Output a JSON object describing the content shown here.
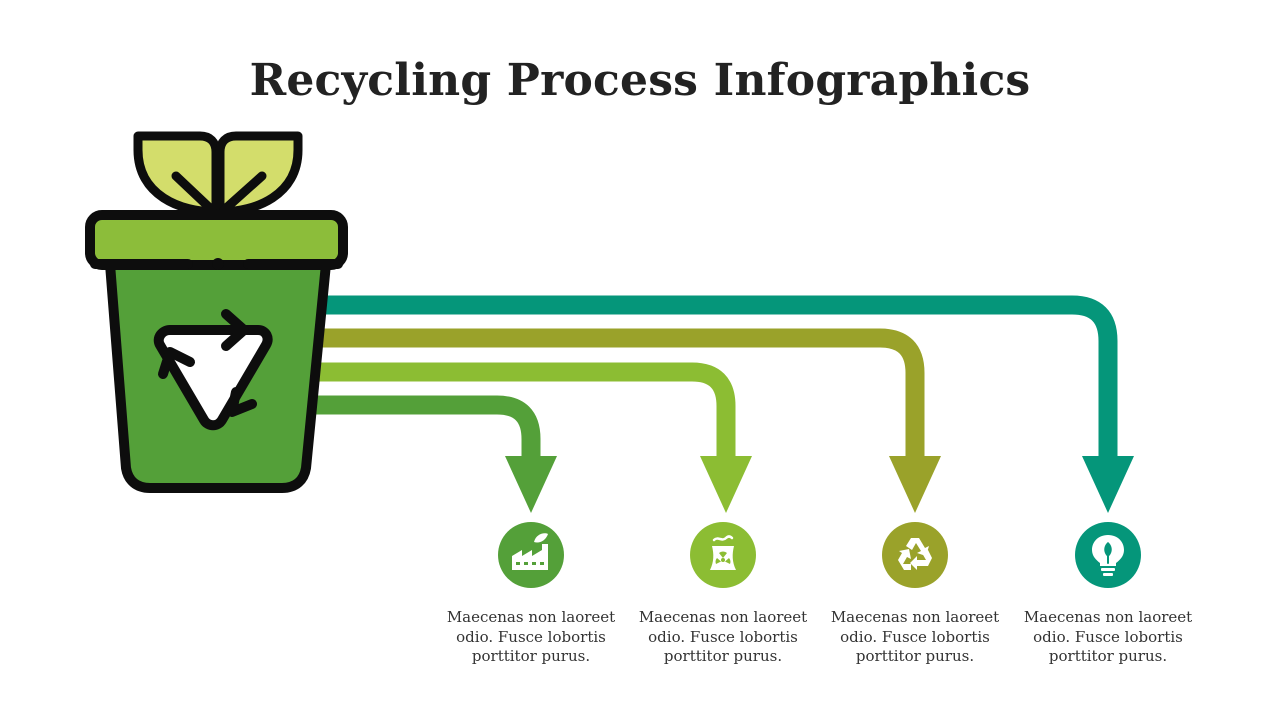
{
  "title": "Recycling Process Infographics",
  "colors": {
    "bin_dark": "#54a039",
    "bin_rim": "#8cbd3a",
    "leaf": "#d3dd6b",
    "outline": "#0d0d0d",
    "step1": "#54a039",
    "step2": "#8cbd33",
    "step3": "#9aa22a",
    "step4": "#05967a"
  },
  "steps": [
    {
      "icon": "factory-icon",
      "color": "#54a039",
      "text": "Maecenas non laoreet odio. Fusce lobortis porttitor purus."
    },
    {
      "icon": "nuclear-plant-icon",
      "color": "#8cbd33",
      "text": "Maecenas non laoreet odio. Fusce lobortis porttitor purus."
    },
    {
      "icon": "recycle-icon",
      "color": "#9aa22a",
      "text": "Maecenas non laoreet odio. Fusce lobortis porttitor purus."
    },
    {
      "icon": "eco-bulb-icon",
      "color": "#05967a",
      "text": "Maecenas non laoreet odio. Fusce lobortis porttitor purus."
    }
  ]
}
